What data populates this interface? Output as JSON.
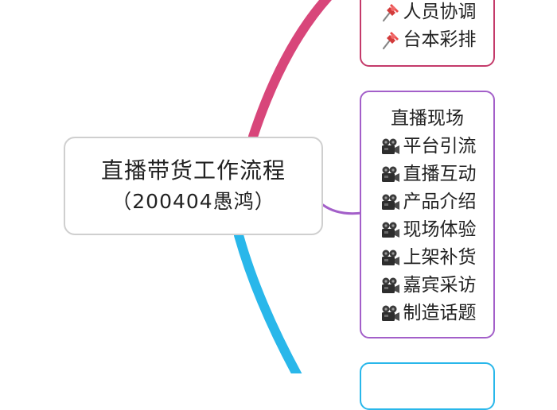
{
  "center": {
    "title": "直播带货工作流程",
    "subtitle": "（200404愚鸿）"
  },
  "branches": {
    "top": {
      "color": "#c43a6a",
      "icon": "pushpin-icon",
      "items": [
        "人员协调",
        "台本彩排"
      ]
    },
    "middle": {
      "color": "#a35fc9",
      "title": "直播现场",
      "icon": "movie-camera-icon",
      "items": [
        "平台引流",
        "直播互动",
        "产品介绍",
        "现场体验",
        "上架补货",
        "嘉宾采访",
        "制造话题"
      ]
    },
    "bottom": {
      "color": "#29b7ea"
    }
  }
}
